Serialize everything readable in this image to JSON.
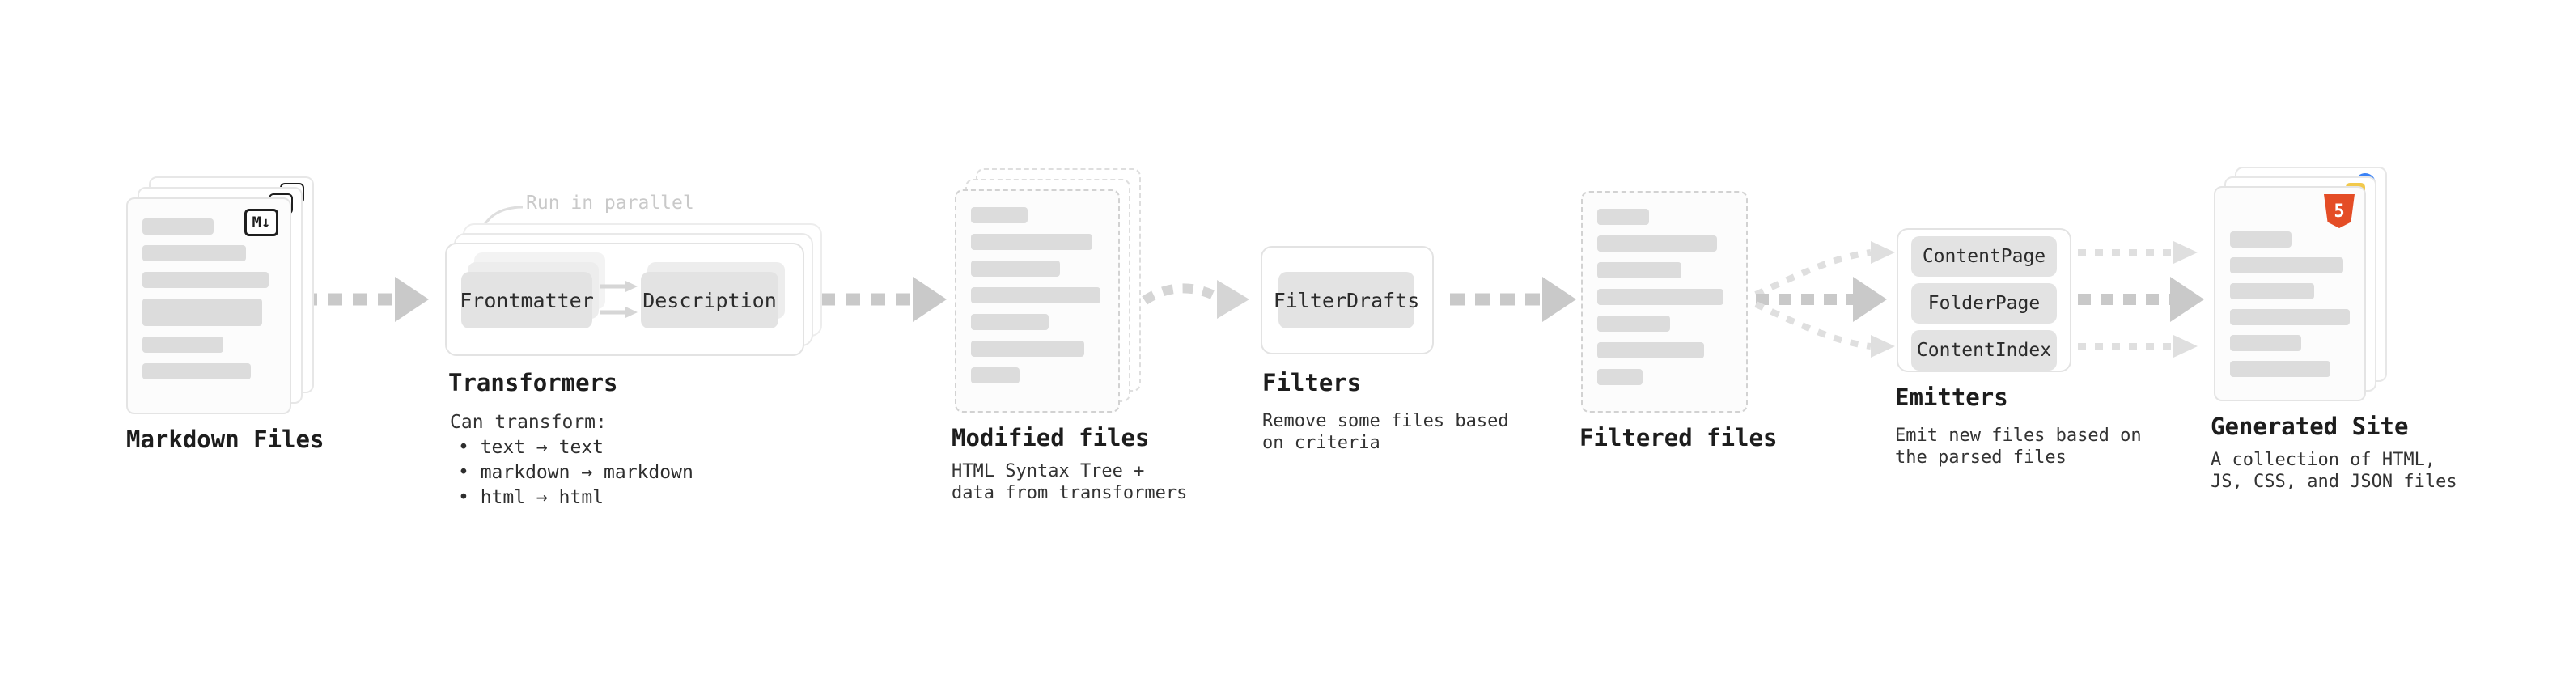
{
  "stages": {
    "markdown_files": {
      "label": "Markdown Files"
    },
    "transformers": {
      "note": "Run in parallel",
      "box1": "Frontmatter",
      "box2": "Description",
      "label": "Transformers",
      "desc_title": "Can transform:",
      "bullet1": "• text → text",
      "bullet2": "• markdown → markdown",
      "bullet3": "• html → html"
    },
    "modified_files": {
      "label": "Modified files",
      "desc": "HTML Syntax Tree +\ndata from transformers"
    },
    "filters": {
      "box1": "FilterDrafts",
      "label": "Filters",
      "desc": "Remove some files based\non criteria"
    },
    "filtered_files": {
      "label": "Filtered files"
    },
    "emitters": {
      "box1": "ContentPage",
      "box2": "FolderPage",
      "box3": "ContentIndex",
      "label": "Emitters",
      "desc": "Emit new files based on\nthe parsed files"
    },
    "generated_site": {
      "label": "Generated Site",
      "desc": "A collection of HTML,\nJS, CSS, and JSON files"
    }
  },
  "icons": {
    "markdown_glyph": "M↓",
    "html5_glyph": "5"
  },
  "colors": {
    "arrow": "#c9c9c9",
    "arrow_light": "#dfdfdf",
    "box_fill": "#e3e3e3",
    "bar": "#dcdcdc",
    "note": "#c9c9c9",
    "html5_orange": "#e44d26",
    "icon_blue": "#3b82f6",
    "icon_yellow": "#f2c94c"
  }
}
